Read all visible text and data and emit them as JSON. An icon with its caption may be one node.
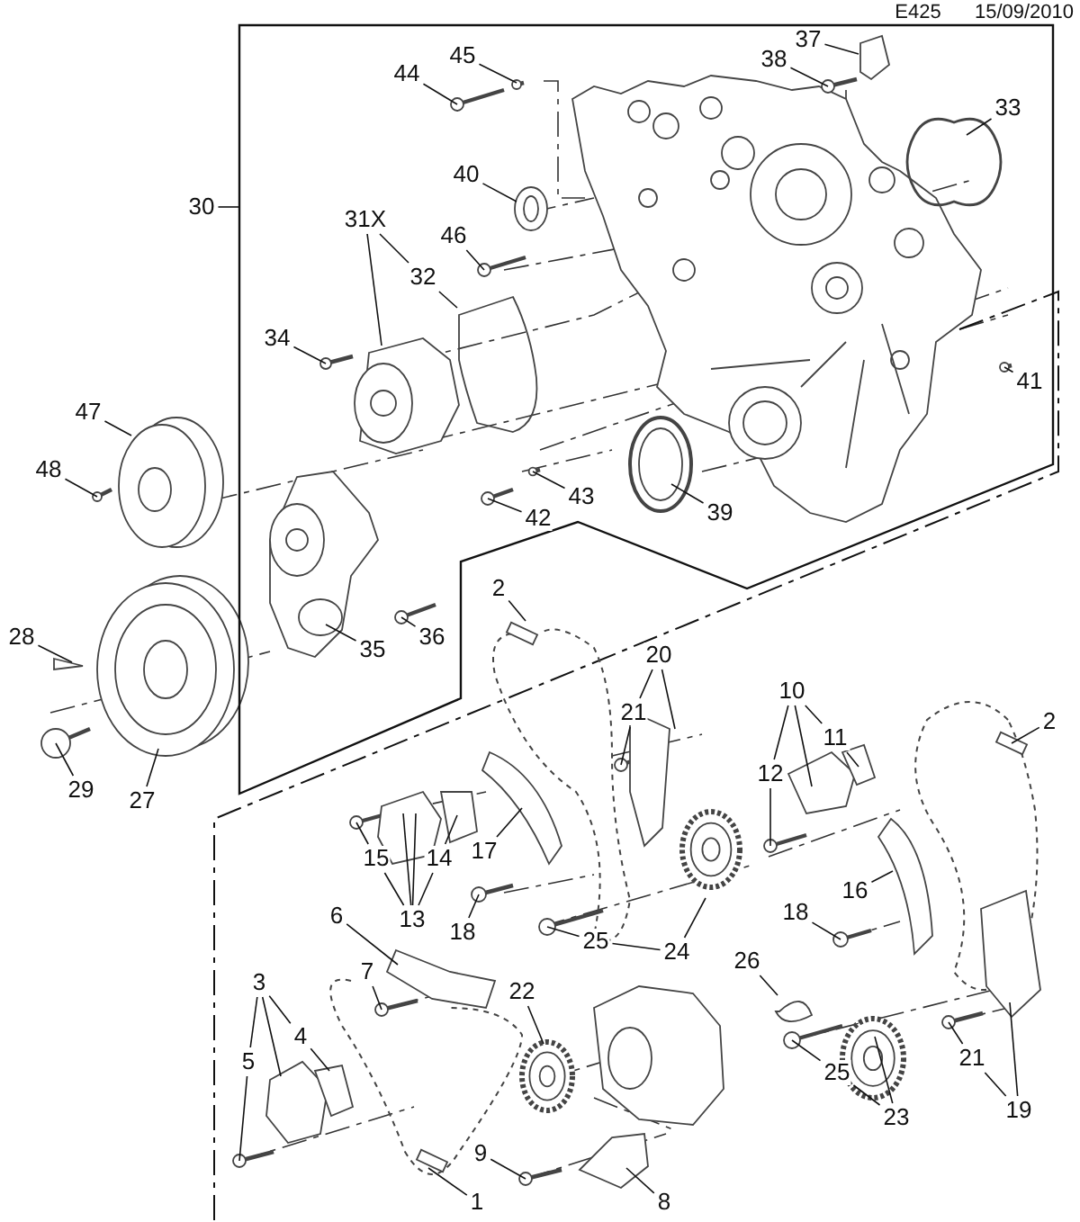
{
  "diagram": {
    "nodes": [
      {
        "text": [
          "37"
        ]
      },
      {
        "text": [
          "38"
        ]
      },
      {
        "text": [
          "45"
        ]
      },
      {
        "text": [
          "44"
        ]
      },
      {
        "text": [
          "33"
        ]
      },
      {
        "text": [
          "40"
        ]
      },
      {
        "text": [
          "30"
        ]
      },
      {
        "text": [
          "31X"
        ]
      },
      {
        "text": [
          "46"
        ]
      },
      {
        "text": [
          "32"
        ]
      },
      {
        "text": [
          "34"
        ]
      },
      {
        "text": [
          "41"
        ]
      },
      {
        "text": [
          "47"
        ]
      },
      {
        "text": [
          "48"
        ]
      },
      {
        "text": [
          "43"
        ]
      },
      {
        "text": [
          "39"
        ]
      },
      {
        "text": [
          "42"
        ]
      },
      {
        "text": [
          "2"
        ]
      },
      {
        "text": [
          "36"
        ]
      },
      {
        "text": [
          "28"
        ]
      },
      {
        "text": [
          "35"
        ]
      },
      {
        "text": [
          "20"
        ]
      },
      {
        "text": [
          "10"
        ]
      },
      {
        "text": [
          "21"
        ]
      },
      {
        "text": [
          "2"
        ]
      },
      {
        "text": [
          "11"
        ]
      },
      {
        "text": [
          "12"
        ]
      },
      {
        "text": [
          "29"
        ]
      },
      {
        "text": [
          "27"
        ]
      },
      {
        "text": [
          "17"
        ]
      },
      {
        "text": [
          "14"
        ]
      },
      {
        "text": [
          "15"
        ]
      },
      {
        "text": [
          "16"
        ]
      },
      {
        "text": [
          "18"
        ]
      },
      {
        "text": [
          "6"
        ]
      },
      {
        "text": [
          "13"
        ]
      },
      {
        "text": [
          "18"
        ]
      },
      {
        "text": [
          "25"
        ]
      },
      {
        "text": [
          "24"
        ]
      },
      {
        "text": [
          "26"
        ]
      },
      {
        "text": [
          "7"
        ]
      },
      {
        "text": [
          "3"
        ]
      },
      {
        "text": [
          "22"
        ]
      },
      {
        "text": [
          "4"
        ]
      },
      {
        "text": [
          "5"
        ]
      },
      {
        "text": [
          "21"
        ]
      },
      {
        "text": [
          "25"
        ]
      },
      {
        "text": [
          "19"
        ]
      },
      {
        "text": [
          "23"
        ]
      },
      {
        "text": [
          "9"
        ]
      },
      {
        "text": [
          "1"
        ]
      },
      {
        "text": [
          "8"
        ]
      }
    ],
    "edges": [
      {
        "from": 0,
        "to": null,
        "arrow": "none"
      },
      {
        "from": 1,
        "to": null,
        "arrow": "none"
      },
      {
        "from": 2,
        "to": null,
        "arrow": "none"
      },
      {
        "from": 3,
        "to": null,
        "arrow": "none"
      },
      {
        "from": 4,
        "to": null,
        "arrow": "none"
      },
      {
        "from": 5,
        "to": null,
        "arrow": "none"
      },
      {
        "from": 6,
        "to": null,
        "arrow": "none"
      },
      {
        "from": 7,
        "to": null,
        "arrow": "none"
      },
      {
        "from": 7,
        "to": 9,
        "arrow": "none"
      },
      {
        "from": 8,
        "to": null,
        "arrow": "none"
      },
      {
        "from": 9,
        "to": null,
        "arrow": "none"
      },
      {
        "from": 10,
        "to": null,
        "arrow": "none"
      },
      {
        "from": 11,
        "to": null,
        "arrow": "none"
      },
      {
        "from": 12,
        "to": null,
        "arrow": "none"
      },
      {
        "from": 13,
        "to": null,
        "arrow": "none"
      },
      {
        "from": 14,
        "to": null,
        "arrow": "none"
      },
      {
        "from": 15,
        "to": null,
        "arrow": "none"
      },
      {
        "from": 16,
        "to": null,
        "arrow": "none"
      },
      {
        "from": 17,
        "to": null,
        "arrow": "none"
      },
      {
        "from": 18,
        "to": null,
        "arrow": "none"
      },
      {
        "from": 19,
        "to": null,
        "arrow": "none"
      },
      {
        "from": 20,
        "to": null,
        "arrow": "none"
      },
      {
        "from": 21,
        "to": 23,
        "arrow": "none"
      },
      {
        "from": 21,
        "to": null,
        "arrow": "none"
      },
      {
        "from": 22,
        "to": 26,
        "arrow": "none"
      },
      {
        "from": 22,
        "to": null,
        "arrow": "none"
      },
      {
        "from": 22,
        "to": 25,
        "arrow": "none"
      },
      {
        "from": 23,
        "to": null,
        "arrow": "none"
      },
      {
        "from": 24,
        "to": null,
        "arrow": "none"
      },
      {
        "from": 25,
        "to": null,
        "arrow": "none"
      },
      {
        "from": 26,
        "to": null,
        "arrow": "none"
      },
      {
        "from": 27,
        "to": null,
        "arrow": "none"
      },
      {
        "from": 28,
        "to": null,
        "arrow": "none"
      },
      {
        "from": 29,
        "to": null,
        "arrow": "none"
      },
      {
        "from": 30,
        "to": null,
        "arrow": "none"
      },
      {
        "from": 30,
        "to": 35,
        "arrow": "none"
      },
      {
        "from": 31,
        "to": null,
        "arrow": "none"
      },
      {
        "from": 31,
        "to": 35,
        "arrow": "none"
      },
      {
        "from": 32,
        "to": null,
        "arrow": "none"
      },
      {
        "from": 33,
        "to": null,
        "arrow": "none"
      },
      {
        "from": 34,
        "to": null,
        "arrow": "none"
      },
      {
        "from": 35,
        "to": null,
        "arrow": "none"
      },
      {
        "from": 35,
        "to": null,
        "arrow": "none"
      },
      {
        "from": 36,
        "to": null,
        "arrow": "none"
      },
      {
        "from": 37,
        "to": null,
        "arrow": "none"
      },
      {
        "from": 37,
        "to": 38,
        "arrow": "none"
      },
      {
        "from": 38,
        "to": null,
        "arrow": "none"
      },
      {
        "from": 39,
        "to": null,
        "arrow": "none"
      },
      {
        "from": 40,
        "to": null,
        "arrow": "none"
      },
      {
        "from": 41,
        "to": 44,
        "arrow": "none"
      },
      {
        "from": 41,
        "to": null,
        "arrow": "none"
      },
      {
        "from": 41,
        "to": 43,
        "arrow": "none"
      },
      {
        "from": 42,
        "to": null,
        "arrow": "none"
      },
      {
        "from": 43,
        "to": null,
        "arrow": "none"
      },
      {
        "from": 44,
        "to": null,
        "arrow": "none"
      },
      {
        "from": 45,
        "to": null,
        "arrow": "none"
      },
      {
        "from": 45,
        "to": 47,
        "arrow": "none"
      },
      {
        "from": 46,
        "to": null,
        "arrow": "none"
      },
      {
        "from": 46,
        "to": 48,
        "arrow": "none"
      },
      {
        "from": 47,
        "to": null,
        "arrow": "none"
      },
      {
        "from": 48,
        "to": null,
        "arrow": "none"
      },
      {
        "from": 49,
        "to": null,
        "arrow": "none"
      },
      {
        "from": 50,
        "to": null,
        "arrow": "none"
      },
      {
        "from": 51,
        "to": null,
        "arrow": "none"
      }
    ],
    "labels": [
      "E425",
      "15/09/2010"
    ]
  }
}
